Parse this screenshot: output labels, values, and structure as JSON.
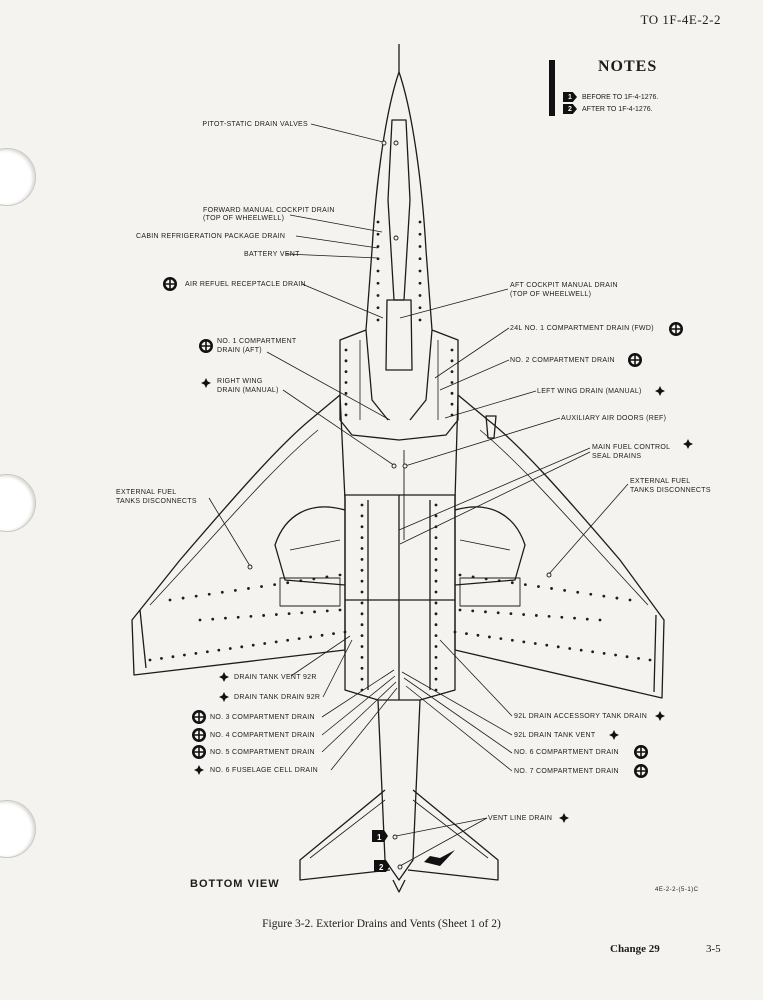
{
  "header": {
    "to_number": "TO 1F-4E-2-2"
  },
  "notes": {
    "title": "NOTES",
    "items": [
      {
        "num": "1",
        "text": "BEFORE TO 1F-4-1276."
      },
      {
        "num": "2",
        "text": "AFTER TO 1F-4-1276."
      }
    ]
  },
  "labels_left": [
    {
      "text": "PITOT-STATIC DRAIN VALVES"
    },
    {
      "text": "FORWARD MANUAL COCKPIT DRAIN"
    },
    {
      "text": "(TOP OF WHEELWELL)"
    },
    {
      "text": "CABIN REFRIGERATION PACKAGE DRAIN"
    },
    {
      "text": "BATTERY VENT"
    },
    {
      "text": "AIR REFUEL RECEPTACLE DRAIN"
    },
    {
      "text": "NO. 1 COMPARTMENT"
    },
    {
      "text": "DRAIN (AFT)"
    },
    {
      "text": "RIGHT WING"
    },
    {
      "text": "DRAIN (MANUAL)"
    },
    {
      "text": "EXTERNAL FUEL"
    },
    {
      "text": "TANKS DISCONNECTS"
    },
    {
      "text": "DRAIN TANK VENT 92R"
    },
    {
      "text": "DRAIN TANK DRAIN 92R"
    },
    {
      "text": "NO. 3 COMPARTMENT DRAIN"
    },
    {
      "text": "NO. 4 COMPARTMENT DRAIN"
    },
    {
      "text": "NO. 5 COMPARTMENT DRAIN"
    },
    {
      "text": "NO. 6 FUSELAGE CELL DRAIN"
    }
  ],
  "labels_right": [
    {
      "text": "AFT COCKPIT MANUAL DRAIN"
    },
    {
      "text": "(TOP OF WHEELWELL)"
    },
    {
      "text": "24L NO. 1 COMPARTMENT DRAIN (FWD)"
    },
    {
      "text": "NO. 2 COMPARTMENT DRAIN"
    },
    {
      "text": "LEFT WING DRAIN (MANUAL)"
    },
    {
      "text": "AUXILIARY AIR DOORS (REF)"
    },
    {
      "text": "MAIN FUEL CONTROL"
    },
    {
      "text": "SEAL DRAINS"
    },
    {
      "text": "EXTERNAL FUEL"
    },
    {
      "text": "TANKS DISCONNECTS"
    },
    {
      "text": "92L DRAIN ACCESSORY TANK DRAIN"
    },
    {
      "text": "92L DRAIN TANK VENT"
    },
    {
      "text": "NO. 6 COMPARTMENT DRAIN"
    },
    {
      "text": "NO. 7 COMPARTMENT DRAIN"
    },
    {
      "text": "VENT LINE DRAIN"
    }
  ],
  "view_label": "BOTTOM VIEW",
  "figure_code": "4E-2-2-(5-1)C",
  "caption": "Figure 3-2.  Exterior Drains and Vents (Sheet 1 of 2)",
  "footer": {
    "change": "Change 29",
    "page": "3-5"
  }
}
